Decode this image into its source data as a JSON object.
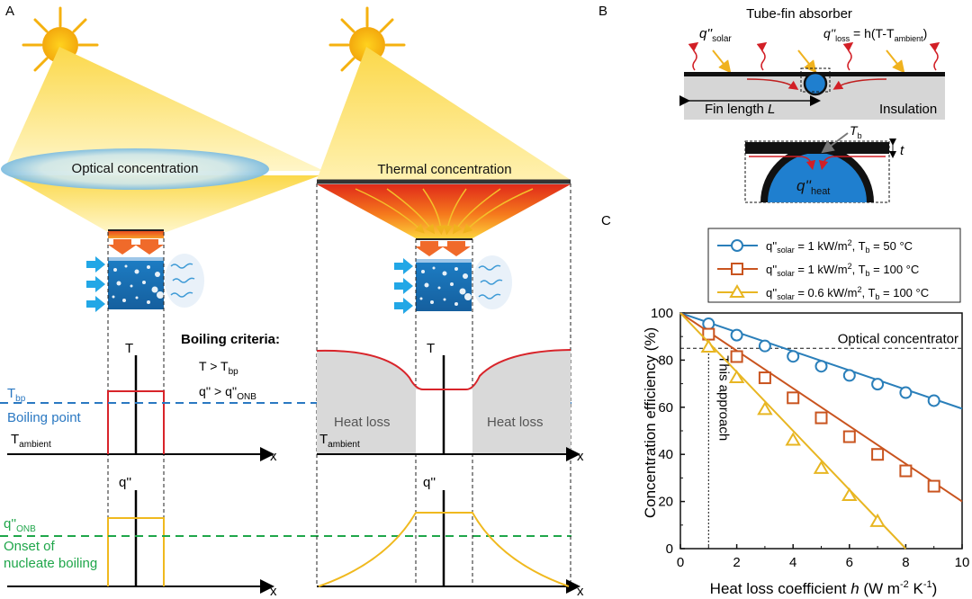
{
  "panel_a": {
    "label": "A",
    "optical_label": "Optical concentration",
    "thermal_label": "Thermal concentration",
    "boiling_criteria_title": "Boiling criteria:",
    "criterion_1": "T > T",
    "criterion_1_sub": "bp",
    "criterion_2": "q'' > q''",
    "criterion_2_sub": "ONB",
    "t_bp": "T",
    "t_bp_sub": "bp",
    "boiling_point": "Boiling point",
    "t_ambient": "T",
    "t_ambient_sub": "ambient",
    "q_onb": "q''",
    "q_onb_sub": "ONB",
    "onset_line1": "Onset of",
    "onset_line2": "nucleate boiling",
    "axis_T": "T",
    "axis_q": "q''",
    "axis_x": "x",
    "heat_loss": "Heat loss",
    "colors": {
      "bp_line": "#2a78c2",
      "onb_line": "#1fa64a",
      "temp_curve": "#d8242a",
      "flux_curve": "#f0b91e",
      "heat_loss_fill": "#d9d9d9"
    }
  },
  "panel_b": {
    "label": "B",
    "title": "Tube-fin absorber",
    "q_solar": "q''",
    "q_solar_sub": "solar",
    "q_loss": "q''",
    "q_loss_sub": "loss",
    "q_loss_eq": " = h(T-T",
    "q_loss_eq_sub": "ambient",
    "q_loss_eq_end": ")",
    "fin_length": "Fin length ",
    "fin_length_var": "L",
    "insulation": "Insulation",
    "t_b": "T",
    "t_b_sub": "b",
    "thickness": "t",
    "q_heat": "q''",
    "q_heat_sub": "heat"
  },
  "panel_c": {
    "label": "C",
    "chart_data": {
      "type": "line",
      "xlabel": "Heat loss coefficient h (W m-2 K-1)",
      "ylabel": "Concentration efficiency (%)",
      "xlim": [
        0,
        10
      ],
      "ylim": [
        0,
        100
      ],
      "xticks": [
        0,
        2,
        4,
        6,
        8,
        10
      ],
      "yticks": [
        0,
        20,
        40,
        60,
        80,
        100
      ],
      "legend_position": "top",
      "series": [
        {
          "name": "q''solar = 1 kW/m2, Tb = 50 °C",
          "label_parts": [
            "q''",
            "solar",
            " = 1 kW/m",
            "2",
            ", T",
            "b",
            " = 50 °C"
          ],
          "color": "#2a7fba",
          "marker": "circle",
          "line": [
            [
              0,
              100
            ],
            [
              10,
              59.4
            ]
          ],
          "markers": [
            [
              1,
              95.4
            ],
            [
              2,
              90.6
            ],
            [
              3,
              86
            ],
            [
              4,
              81.6
            ],
            [
              5,
              77.4
            ],
            [
              6,
              73.5
            ],
            [
              7,
              69.8
            ],
            [
              8,
              66.2
            ],
            [
              9,
              62.8
            ]
          ]
        },
        {
          "name": "q''solar = 1 kW/m2, Tb = 100 °C",
          "label_parts": [
            "q''",
            "solar",
            " = 1 kW/m",
            "2",
            ", T",
            "b",
            " = 100 °C"
          ],
          "color": "#c9541f",
          "marker": "square",
          "line": [
            [
              0,
              100
            ],
            [
              10,
              20
            ]
          ],
          "markers": [
            [
              1,
              91
            ],
            [
              2,
              81.5
            ],
            [
              3,
              72.5
            ],
            [
              4,
              64
            ],
            [
              5,
              55.5
            ],
            [
              6,
              47.5
            ],
            [
              7,
              40
            ],
            [
              8,
              33
            ],
            [
              9,
              26.5
            ]
          ]
        },
        {
          "name": "q''solar = 0.6 kW/m2, Tb = 100 °C",
          "label_parts": [
            "q''",
            "solar",
            " = 0.6 kW/m",
            "2",
            ", T",
            "b",
            " = 100 °C"
          ],
          "color": "#e8b622",
          "marker": "triangle",
          "line": [
            [
              0,
              100
            ],
            [
              8,
              0
            ]
          ],
          "markers": [
            [
              1,
              85.5
            ],
            [
              2,
              72.5
            ],
            [
              3,
              59
            ],
            [
              4,
              46
            ],
            [
              5,
              34
            ],
            [
              6,
              22.5
            ],
            [
              7,
              11.5
            ]
          ]
        }
      ],
      "reference_lines": [
        {
          "label": "Optical concentrator",
          "y": 85
        },
        {
          "label": "This approach",
          "x": 1
        }
      ]
    }
  }
}
